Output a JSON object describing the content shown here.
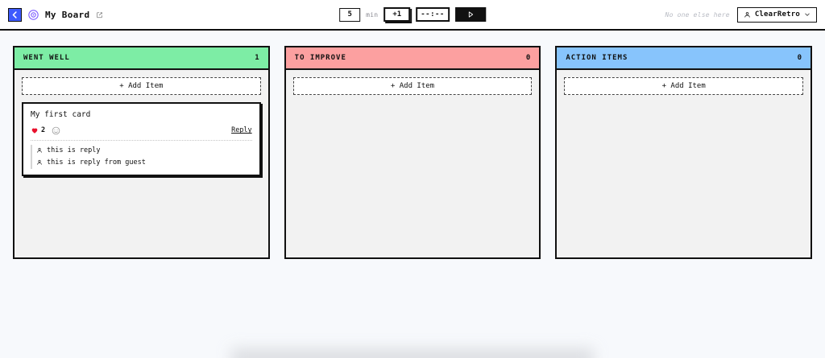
{
  "header": {
    "back_button_icon": "chevron-left-icon",
    "logo_icon": "retro-logo-icon",
    "board_title": "My Board",
    "edit_icon": "edit-square-icon",
    "timer": {
      "minutes_value": "5",
      "minutes_unit": "min",
      "increment_label": "+1",
      "display": "--:--",
      "play_icon": "play-icon"
    },
    "presence_text": "No one else here",
    "user": {
      "person_icon": "person-icon",
      "name": "ClearRetro",
      "chevron_icon": "chevron-down-icon"
    }
  },
  "board": {
    "add_item_label": "+ Add Item",
    "columns": [
      {
        "title": "WENT WELL",
        "count": "1",
        "color": "#7DEDA5",
        "cards": [
          {
            "text": "My first card",
            "heart_icon": "heart-icon",
            "reaction_count": "2",
            "emoji_icon": "smiley-icon",
            "reply_label": "Reply",
            "replies": [
              {
                "icon": "person-icon",
                "text": "this is reply"
              },
              {
                "icon": "person-icon",
                "text": "this is reply from guest"
              }
            ]
          }
        ]
      },
      {
        "title": "TO IMPROVE",
        "count": "0",
        "color": "#FCA0A0",
        "cards": []
      },
      {
        "title": "ACTION ITEMS",
        "count": "0",
        "color": "#87C4FC",
        "cards": []
      }
    ]
  },
  "colors": {
    "accent_blue": "#3D5AFE",
    "logo_purple": "#7C5CFF",
    "heart_red": "#E8112D",
    "ink": "#111111",
    "page_bg": "#F7F9FC",
    "column_bg": "#F2F2F2"
  }
}
